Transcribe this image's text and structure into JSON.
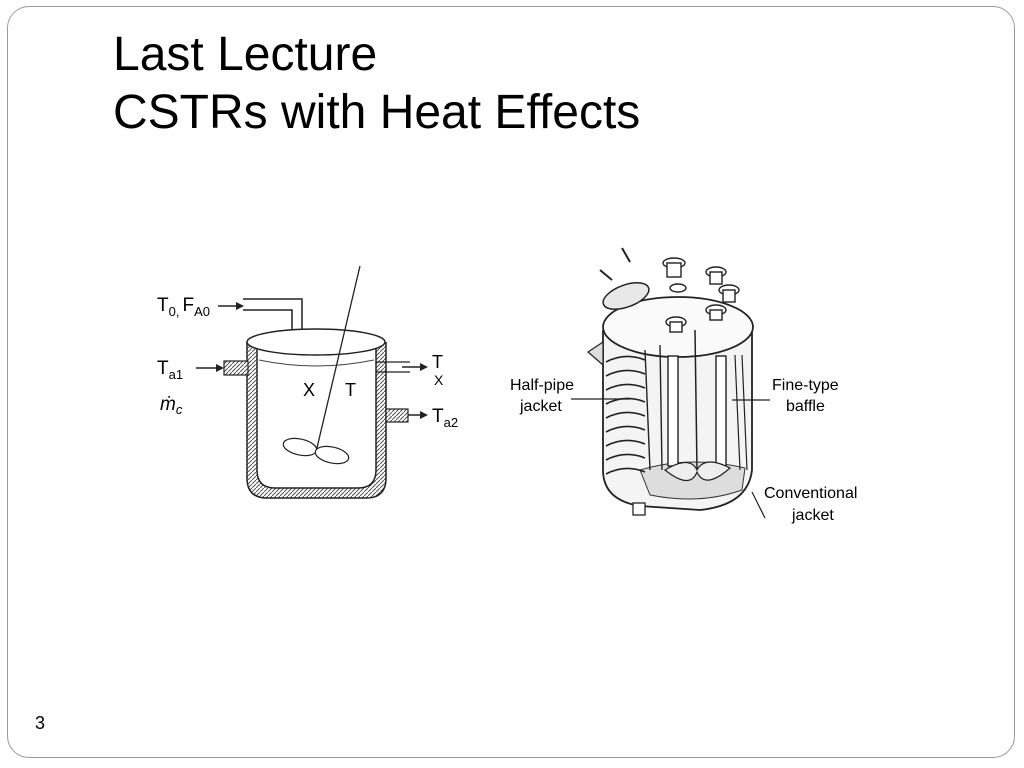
{
  "title": {
    "line1": "Last Lecture",
    "line2": "CSTRs with Heat Effects"
  },
  "slide_number": "3",
  "cstr_diagram": {
    "feed_label_main": "T",
    "feed_label_sub1": "0,",
    "feed_label_main2": "F",
    "feed_label_sub2": "A0",
    "coolant_in_main": "T",
    "coolant_in_sub": "a1",
    "coolant_flow_label": "ṁ",
    "coolant_flow_sub": "c",
    "conversion_label": "X",
    "temperature_label": "T",
    "outlet_label_t": "T",
    "outlet_label_x": "X",
    "coolant_out_main": "T",
    "coolant_out_sub": "a2"
  },
  "reactor_drawing": {
    "half_pipe_line1": "Half-pipe",
    "half_pipe_line2": "jacket",
    "baffle_line1": "Fine-type",
    "baffle_line2": "baffle",
    "conventional_line1": "Conventional",
    "conventional_line2": "jacket"
  }
}
